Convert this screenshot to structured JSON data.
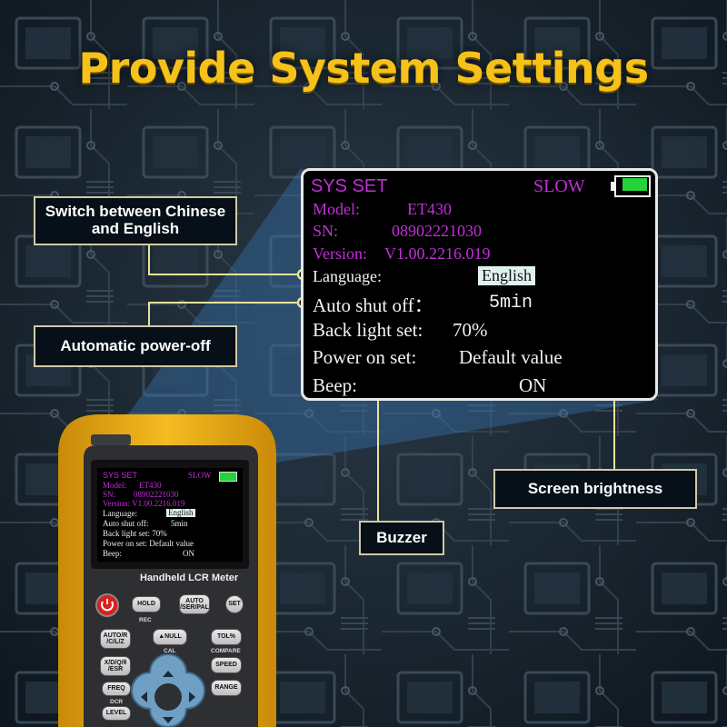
{
  "headline": "Provide System Settings",
  "big_screen": {
    "title": "SYS  SET",
    "speed": "SLOW",
    "model_label": "Model:",
    "model_value": "ET430",
    "sn_label": "SN:",
    "sn_value": "08902221030",
    "version_label": "Version:",
    "version_value": "V1.00.2216.019",
    "language_label": "Language:",
    "language_value": "English",
    "auto_shutoff_label": "Auto shut off：",
    "auto_shutoff_value": "5min",
    "backlight_label": "Back light set:",
    "backlight_value": "70%",
    "power_on_label": "Power on set:",
    "power_on_value": "Default value",
    "beep_label": "Beep:",
    "beep_value": "ON",
    "battery_level": 0.75
  },
  "callouts": {
    "language": "Switch between Chinese and English",
    "auto_off": "Automatic power-off",
    "brightness": "Screen brightness",
    "buzzer": "Buzzer"
  },
  "device": {
    "name": "Handheld LCR Meter",
    "small_screen": {
      "title": "SYS  SET",
      "speed": "SLOW",
      "model_label": "Model:",
      "model_value": "ET430",
      "sn_label": "SN:",
      "sn_value": "08902221030",
      "version": "Version: V1.00.2216.019",
      "language_label": "Language:",
      "language_value": "English",
      "auto_shutoff_label": "Auto shut off:",
      "auto_shutoff_value": "5min",
      "backlight": "Back light set: 70%",
      "power_on": "Power on set: Default value",
      "beep_label": "Beep:",
      "beep_value": "ON"
    },
    "keys": {
      "hold": "HOLD",
      "rec": "REC",
      "auto_ser_pal": "AUTO /SER/PAL",
      "set": "SET",
      "auto_r": "AUTO/R /C/L/Z",
      "null": "▲NULL",
      "cal": "CAL",
      "tol": "TOL%",
      "compare": "COMPARE",
      "xdq": "X/D/Q/θ /ESR",
      "speed": "SPEED",
      "freq": "FREQ",
      "dcr": "DCR",
      "level": "LEVEL",
      "range": "RANGE"
    },
    "colors": {
      "body": "#f4b21b",
      "face": "#2d2f33",
      "power": "#d8201f",
      "dpad": "#6fa0c3"
    }
  },
  "colors": {
    "headline": "#f6c21a",
    "accent_text": "#c22fd9",
    "callout_line": "#e9e39a",
    "battery": "#24d23a"
  }
}
